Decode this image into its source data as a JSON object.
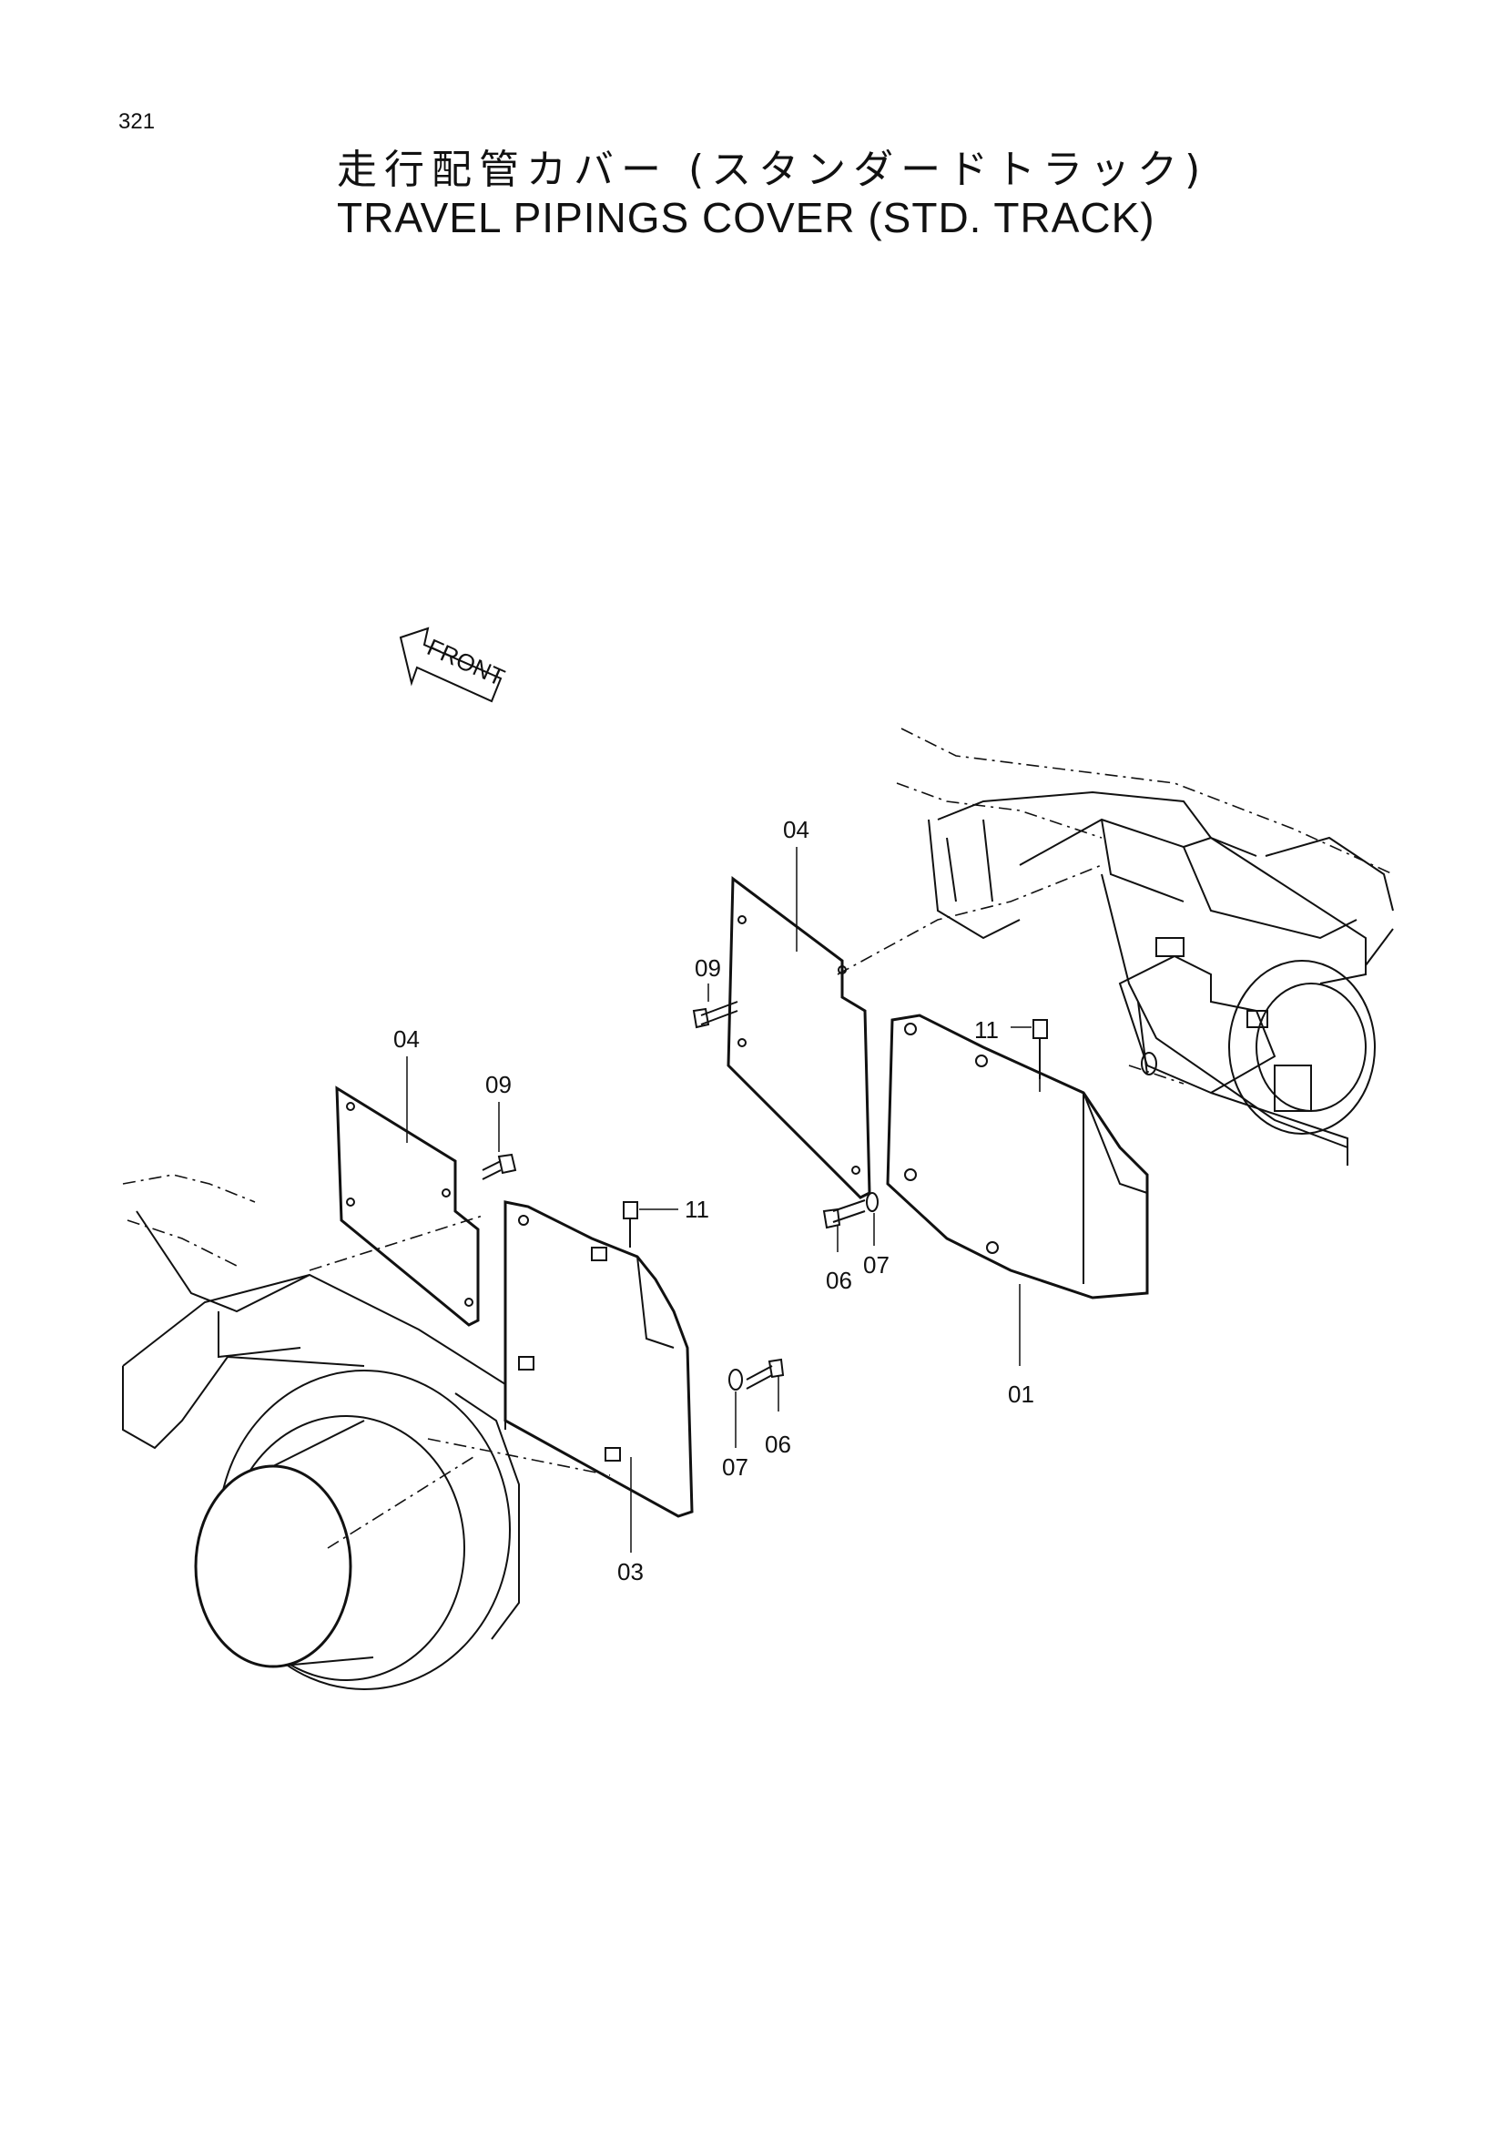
{
  "page_number": "321",
  "title_ja": "走行配管カバー (スタンダードトラック)",
  "title_en": "TRAVEL PIPINGS COVER (STD. TRACK)",
  "front_arrow": "FRONT",
  "callouts": {
    "c04_right": "04",
    "c09_right": "09",
    "c11_right": "11",
    "c06_right": "06",
    "c07_right": "07",
    "c01": "01",
    "c04_left": "04",
    "c09_left": "09",
    "c11_left": "11",
    "c07_left": "07",
    "c06_left": "06",
    "c03": "03"
  }
}
